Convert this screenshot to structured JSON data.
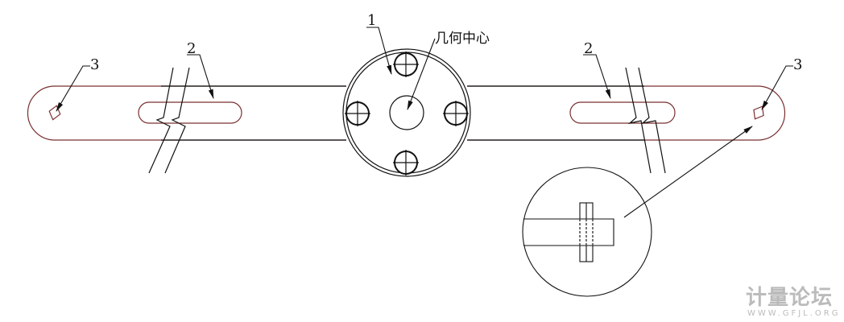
{
  "labels": {
    "part1": "1",
    "geometric_center": "几何中心",
    "part2_left": "2",
    "part2_right": "2",
    "part3_left": "3",
    "part3_right": "3"
  },
  "watermark": {
    "title": "计量论坛",
    "url": "WWW.GFJL.ORG"
  },
  "colors": {
    "line": "#111111",
    "bar_outline": "#7a3030",
    "watermark": "#bbbbbb"
  }
}
